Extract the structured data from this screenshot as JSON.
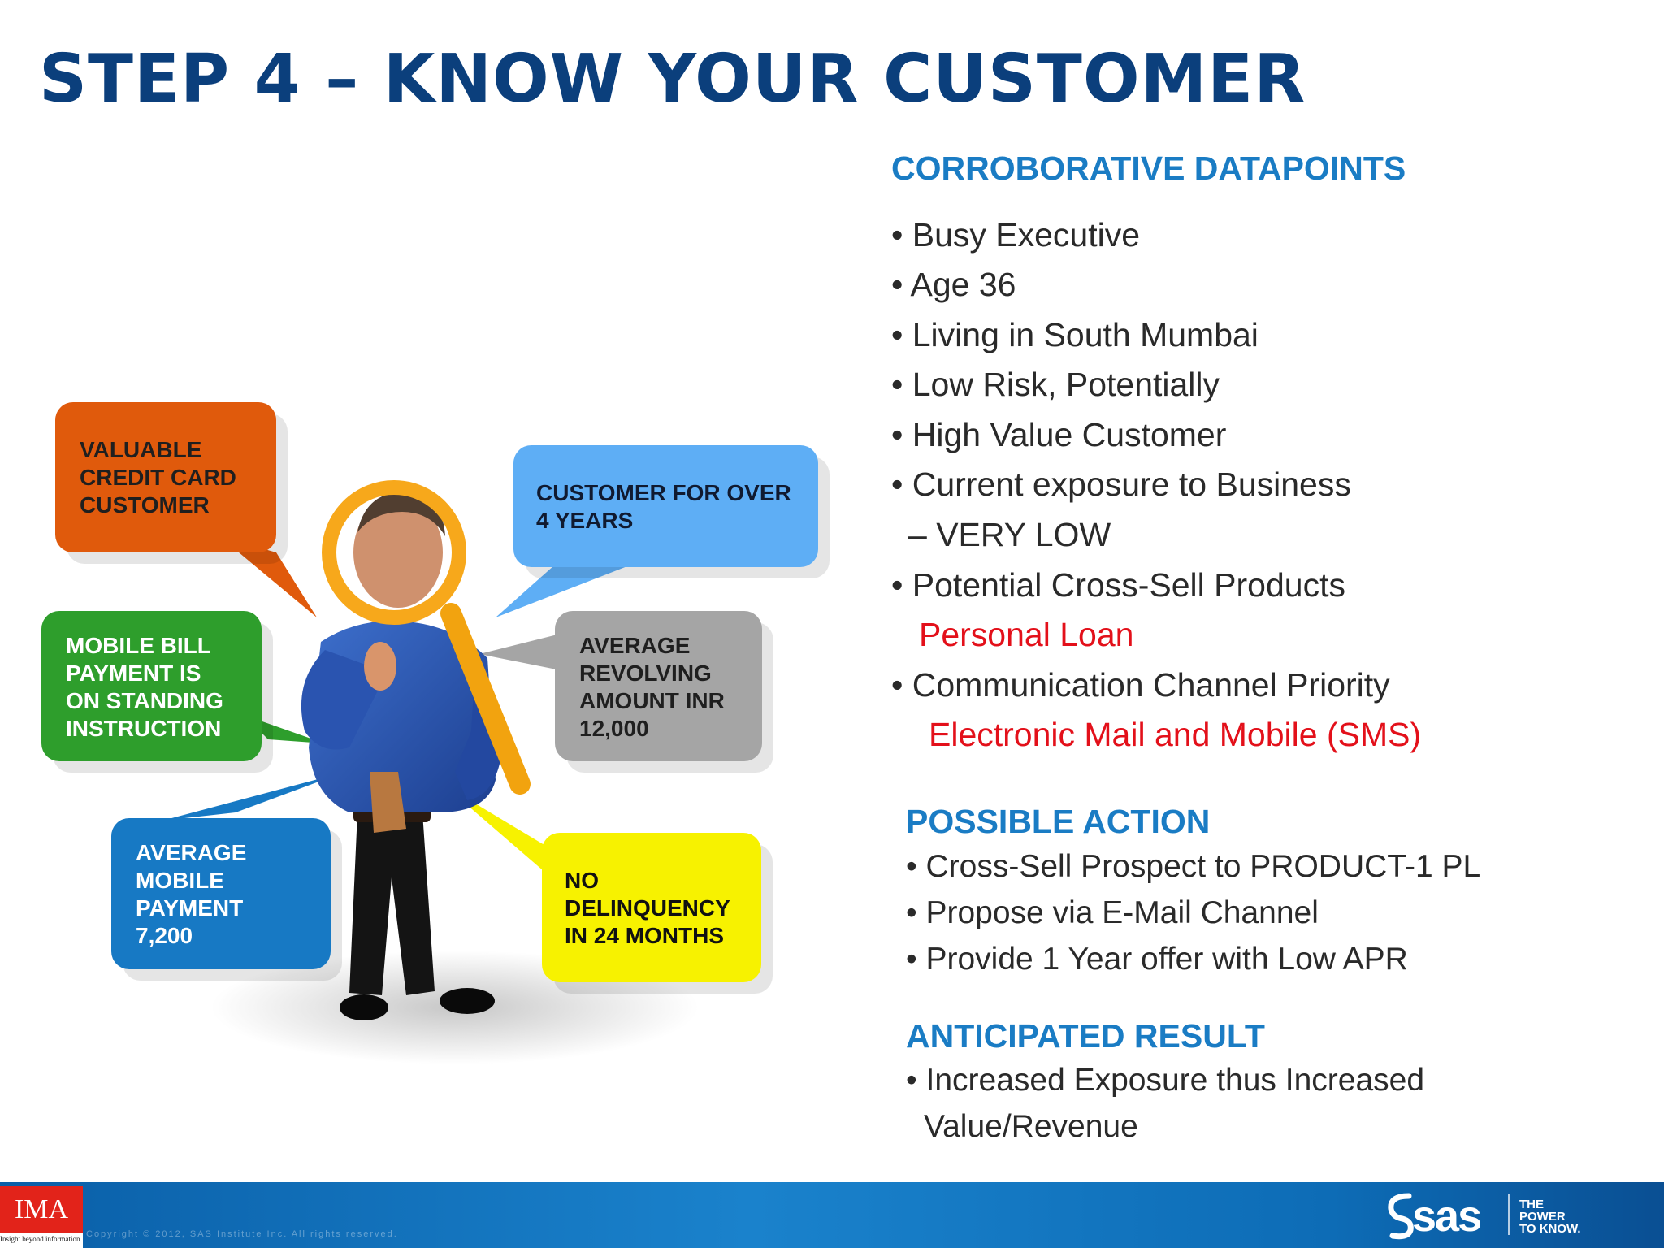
{
  "title": "STEP 4 – KNOW YOUR CUSTOMER",
  "bubbles": {
    "valuable": [
      "VALUABLE",
      "CREDIT CARD",
      "CUSTOMER"
    ],
    "customer_years": [
      "CUSTOMER FOR OVER",
      "4 YEARS"
    ],
    "mobile_bill": [
      "MOBILE BILL",
      "PAYMENT IS",
      "ON STANDING",
      "INSTRUCTION"
    ],
    "revolving": [
      "AVERAGE",
      "REVOLVING",
      "AMOUNT INR",
      "12,000"
    ],
    "mobile_payment": [
      "AVERAGE",
      "MOBILE",
      "PAYMENT",
      "7,200"
    ],
    "delinquency": [
      "NO",
      "DELINQUENCY",
      "IN 24 MONTHS"
    ]
  },
  "colors": {
    "title": "#0b3f7c",
    "section": "#1a7cc4",
    "highlight": "#e3101a",
    "orange": "#e05a0c",
    "light_blue": "#5eaef5",
    "green": "#2e9e2c",
    "gray": "#a5a5a5",
    "blue": "#1779c4",
    "yellow": "#f7f200"
  },
  "corroborative": {
    "heading": "CORROBORATIVE DATAPOINTS",
    "items": [
      "• Busy Executive",
      "• Age 36",
      "• Living in South Mumbai",
      "• Low Risk, Potentially",
      "• High Value Customer",
      "• Current exposure to Business",
      "– VERY LOW",
      "•  Potential Cross-Sell Products",
      "Personal Loan",
      "•  Communication Channel Priority",
      "Electronic Mail and Mobile (SMS)"
    ]
  },
  "action": {
    "heading": "POSSIBLE ACTION",
    "items": [
      "• Cross-Sell Prospect to PRODUCT-1 PL",
      "• Propose via E-Mail Channel",
      "• Provide 1 Year offer with Low APR"
    ]
  },
  "result": {
    "heading": "ANTICIPATED RESULT",
    "items": [
      "• Increased Exposure thus Increased",
      "Value/Revenue"
    ]
  },
  "footer": {
    "ima_logo": "IMA",
    "ima_tagline": "Insight beyond information",
    "copyright": "Copyright © 2012, SAS Institute Inc. All rights reserved.",
    "sas_logo": "sas",
    "tagline": [
      "THE",
      "POWER",
      "TO KNOW."
    ]
  }
}
